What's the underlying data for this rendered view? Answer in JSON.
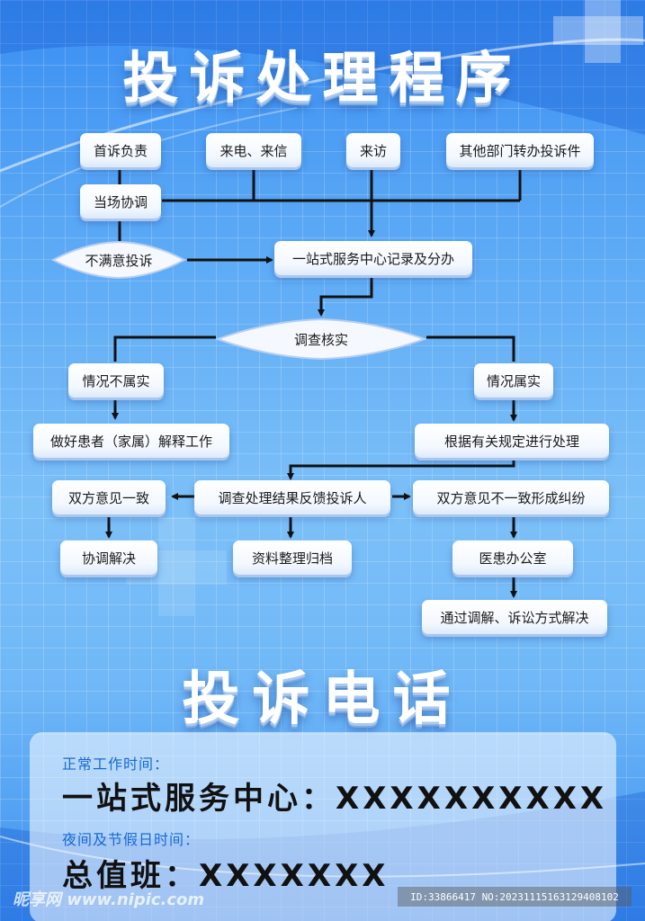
{
  "title": "投诉处理程序",
  "flowchart": {
    "nodes": {
      "first_contact": "首诉负责",
      "phone_letter": "来电、来信",
      "visit": "来访",
      "transfer": "其他部门转办投诉件",
      "onsite": "当场协调",
      "unsatisfied": "不满意投诉",
      "one_stop": "一站式服务中心记录及分办",
      "investigate": "调查核实",
      "not_true": "情况不属实",
      "true": "情况属实",
      "explain": "做好患者（家属）解释工作",
      "handle": "根据有关规定进行处理",
      "feedback": "调查处理结果反馈投诉人",
      "agree": "双方意见一致",
      "disagree": "双方意见不一致形成纠纷",
      "resolve": "协调解决",
      "archive": "资料整理归档",
      "office": "医患办公室",
      "mediate": "通过调解、诉讼方式解决"
    }
  },
  "hotline": {
    "title": "投诉电话",
    "normal_hours_label": "正常工作时间：",
    "center_line": "一站式服务中心：XXXXXXXXXX",
    "night_hours_label": "夜间及节假日时间：",
    "duty_line": "总值班：XXXXXXX"
  },
  "watermark": {
    "site": "昵享网 www.nipic.com",
    "id": "ID:33866417 NO:20231115163129408102"
  },
  "colors": {
    "accent": "#1769d6",
    "line": "#111111",
    "bg_top": "#3a8ef2",
    "bg_mid": "#7cc0f8"
  }
}
